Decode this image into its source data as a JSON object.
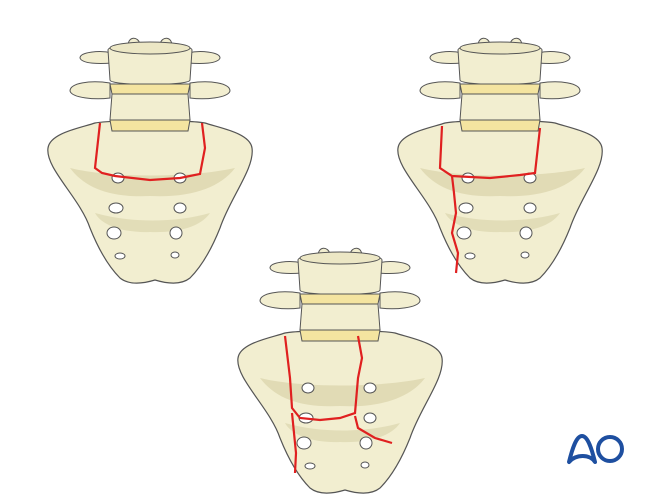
{
  "figure": {
    "description": "Three posterior-view illustrations of the lumbosacral spine showing sacral fracture patterns (red lines)",
    "panels": [
      {
        "id": "top-left",
        "pattern": "transverse fracture at S1 with bilateral vertical lines through L5-S1 region"
      },
      {
        "id": "top-right",
        "pattern": "U-shaped fracture with unilateral vertical extension through left foramina"
      },
      {
        "id": "bottom-center",
        "pattern": "H-shaped fracture with bilateral vertical lines, transverse component and oblique extension"
      }
    ],
    "colors": {
      "bone": "#f2eed0",
      "bone_shade": "#dcd6ae",
      "disc": "#f4e4a0",
      "outline": "#555555",
      "fracture": "#e02020",
      "logo": "#1e4fa0"
    }
  },
  "logo": {
    "text": "AO"
  }
}
